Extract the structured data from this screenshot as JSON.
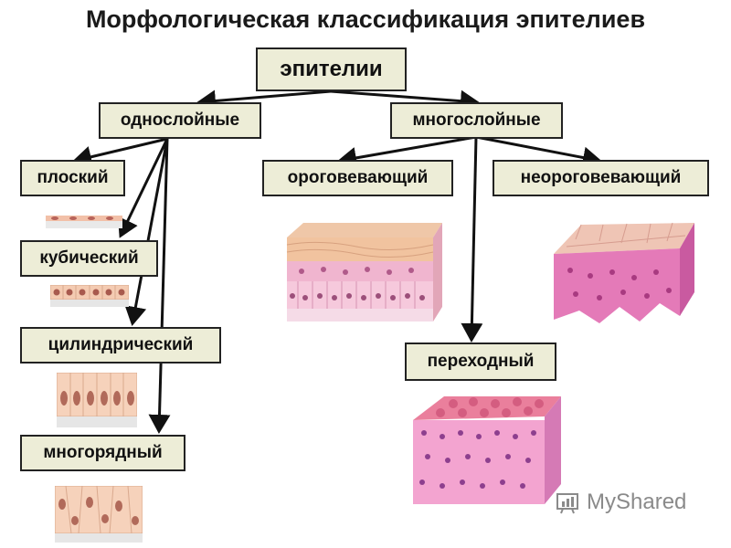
{
  "title": "Морфологическая классификация эпителиев",
  "nodes": {
    "root": "эпителии",
    "single_layer": "однослойные",
    "multi_layer": "многослойные",
    "flat": "плоский",
    "cubic": "кубический",
    "cylindrical": "цилиндрический",
    "pseudostratified": "многорядный",
    "keratinizing": "ороговевающий",
    "non_keratinizing": "неороговевающий",
    "transitional": "переходный"
  },
  "watermark": {
    "text": "MyShared",
    "icon": "myshared-logo-icon"
  }
}
